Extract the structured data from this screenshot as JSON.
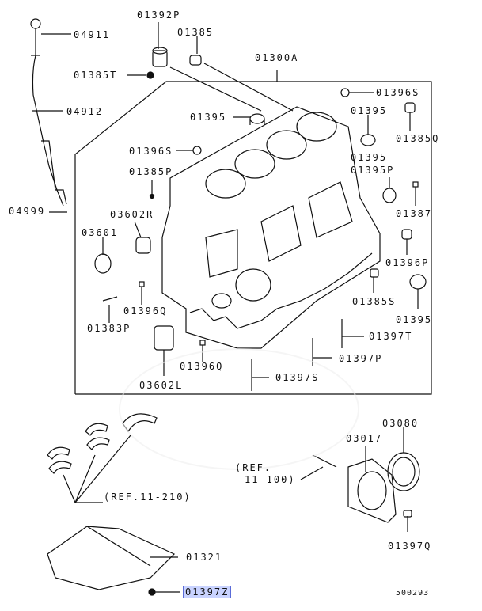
{
  "parts": [
    {
      "id": "p01392p",
      "label": "01392P"
    },
    {
      "id": "p04911",
      "label": "04911"
    },
    {
      "id": "p01385",
      "label": "01385"
    },
    {
      "id": "p01385t",
      "label": "01385T"
    },
    {
      "id": "p01300a",
      "label": "01300A"
    },
    {
      "id": "p04912",
      "label": "04912"
    },
    {
      "id": "p01396s_a",
      "label": "01396S"
    },
    {
      "id": "p01395_a",
      "label": "01395"
    },
    {
      "id": "p01395_b",
      "label": "01395"
    },
    {
      "id": "p01385q",
      "label": "01385Q"
    },
    {
      "id": "p01396s_b",
      "label": "01396S"
    },
    {
      "id": "p01395_c",
      "label": "01395"
    },
    {
      "id": "p01395p",
      "label": "01395P"
    },
    {
      "id": "p01385p",
      "label": "01385P"
    },
    {
      "id": "p04999",
      "label": "04999"
    },
    {
      "id": "p01387",
      "label": "01387"
    },
    {
      "id": "p03602r",
      "label": "03602R"
    },
    {
      "id": "p03601",
      "label": "03601"
    },
    {
      "id": "p01396p",
      "label": "01396P"
    },
    {
      "id": "p01385s",
      "label": "01385S"
    },
    {
      "id": "p01396q_a",
      "label": "01396Q"
    },
    {
      "id": "p01395_d",
      "label": "01395"
    },
    {
      "id": "p01383p",
      "label": "01383P"
    },
    {
      "id": "p01397t",
      "label": "01397T"
    },
    {
      "id": "p01397p",
      "label": "01397P"
    },
    {
      "id": "p01396q_b",
      "label": "01396Q"
    },
    {
      "id": "p03602l",
      "label": "03602L"
    },
    {
      "id": "p01397s",
      "label": "01397S"
    },
    {
      "id": "p03080",
      "label": "03080"
    },
    {
      "id": "p03017",
      "label": "03017"
    },
    {
      "id": "ref_11_100_a",
      "label": "(REF."
    },
    {
      "id": "ref_11_100_b",
      "label": "11-100)"
    },
    {
      "id": "ref_11_210",
      "label": "(REF.11-210)"
    },
    {
      "id": "p01321",
      "label": "01321"
    },
    {
      "id": "p01397q",
      "label": "01397Q"
    },
    {
      "id": "p01397z",
      "label": "01397Z",
      "highlighted": true
    },
    {
      "id": "diagram_no",
      "label": "500293"
    }
  ],
  "highlight_color": "#c9d3ff"
}
